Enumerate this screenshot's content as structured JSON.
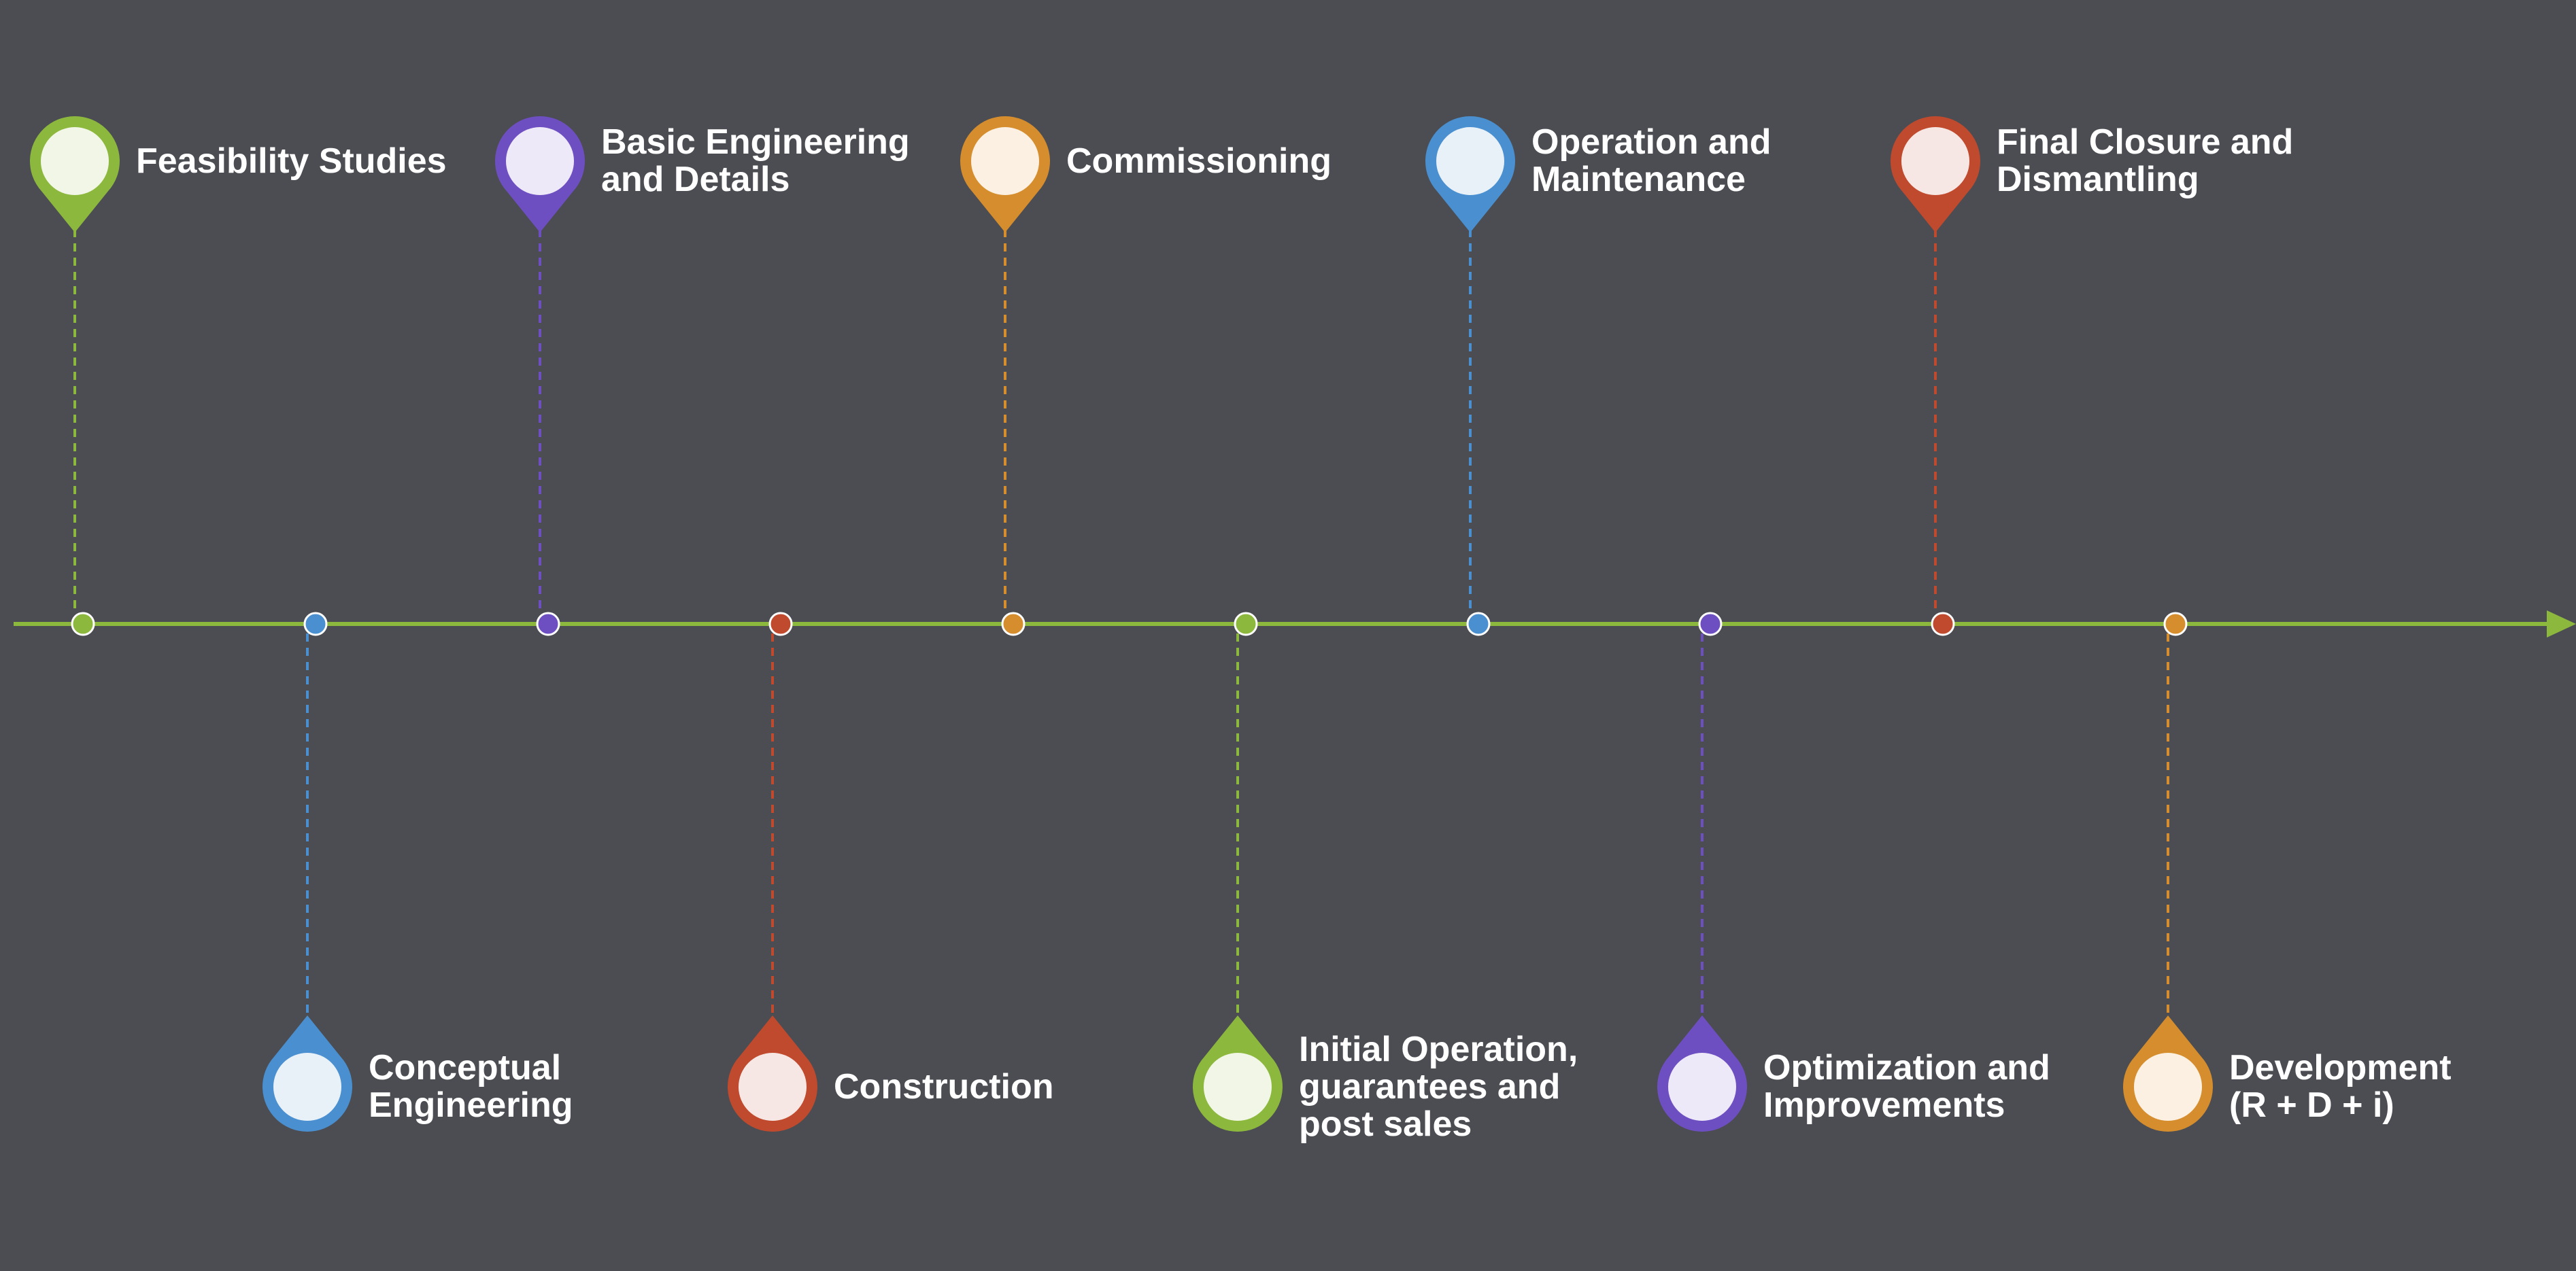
{
  "colors": {
    "background": "#4b4d52",
    "axis": "#8db83e",
    "green": "#8db83e",
    "blue": "#4a8fcf",
    "purple": "#6e4fc2",
    "red": "#bf4a2e",
    "orange": "#d58d2d"
  },
  "milestones": [
    {
      "label": "Feasibility Studies",
      "color": "green",
      "position": "top"
    },
    {
      "label": "Conceptual\nEngineering",
      "color": "blue",
      "position": "bottom"
    },
    {
      "label": "Basic Engineering\nand Details",
      "color": "purple",
      "position": "top"
    },
    {
      "label": "Construction",
      "color": "red",
      "position": "bottom"
    },
    {
      "label": "Commissioning",
      "color": "orange",
      "position": "top"
    },
    {
      "label": "Initial Operation,\nguarantees and\npost sales",
      "color": "green",
      "position": "bottom"
    },
    {
      "label": "Operation and\nMaintenance",
      "color": "blue",
      "position": "top"
    },
    {
      "label": "Optimization and\nImprovements",
      "color": "purple",
      "position": "bottom"
    },
    {
      "label": "Final Closure and\nDismantling",
      "color": "red",
      "position": "top"
    },
    {
      "label": "Development\n(R + D + i)",
      "color": "orange",
      "position": "bottom"
    }
  ]
}
